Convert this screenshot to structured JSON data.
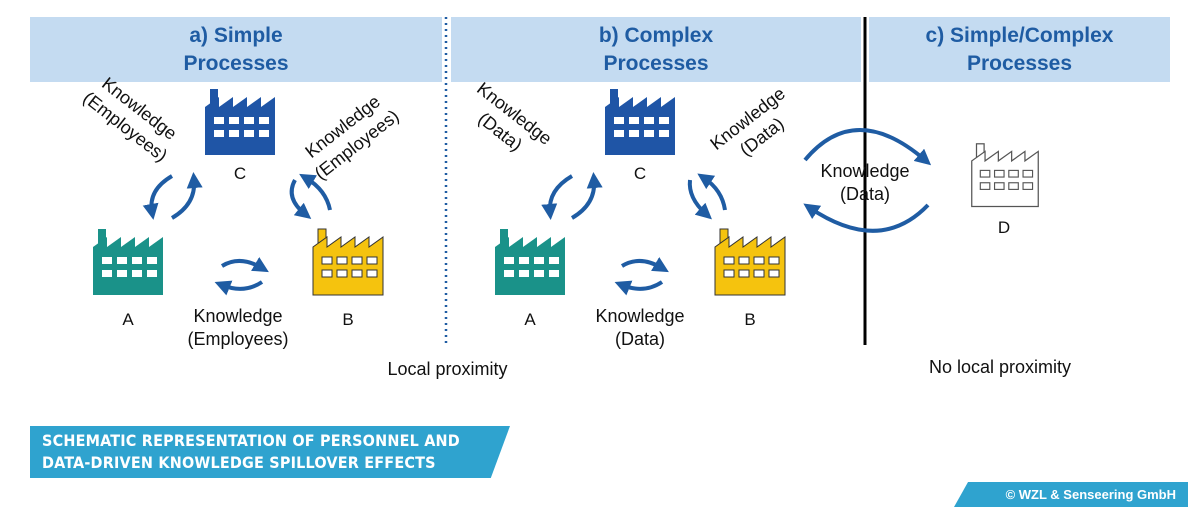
{
  "panels": [
    {
      "line1": "a) Simple",
      "line2": "Processes"
    },
    {
      "line1": "b) Complex",
      "line2": "Processes"
    },
    {
      "line1": "c) Simple/Complex",
      "line2": "Processes"
    }
  ],
  "panel_a": {
    "factory_a": "A",
    "factory_b": "B",
    "factory_c": "C",
    "flow_left": {
      "line1": "Knowledge",
      "line2": "(Employees)"
    },
    "flow_right": {
      "line1": "Knowledge",
      "line2": "(Employees)"
    },
    "flow_bottom": {
      "line1": "Knowledge",
      "line2": "(Employees)"
    }
  },
  "panel_b": {
    "factory_a": "A",
    "factory_b": "B",
    "factory_c": "C",
    "flow_left": {
      "line1": "Knowledge",
      "line2": "(Data)"
    },
    "flow_right": {
      "line1": "Knowledge",
      "line2": "(Data)"
    },
    "flow_bottom": {
      "line1": "Knowledge",
      "line2": "(Data)"
    }
  },
  "panel_c": {
    "factory_d": "D",
    "flow": {
      "line1": "Knowledge",
      "line2": "(Data)"
    }
  },
  "captions": {
    "local": "Local proximity",
    "no_local": "No local proximity"
  },
  "banner": {
    "line1": "SCHEMATIC REPRESENTATION OF PERSONNEL AND",
    "line2": "DATA-DRIVEN KNOWLEDGE SPILLOVER EFFECTS"
  },
  "copyright": "© WZL & Senseering GmbH",
  "colors": {
    "header_bg": "#c4dbf1",
    "header_text": "#1f5ca3",
    "arrow": "#1f5ca3",
    "factory_c": "#1f55a6",
    "factory_a": "#1a9289",
    "factory_b": "#f5c30e",
    "factory_d": "#ffffff",
    "banner": "#2fa3cf"
  },
  "icons": [
    "factory-icon",
    "double-arrow-icon"
  ]
}
